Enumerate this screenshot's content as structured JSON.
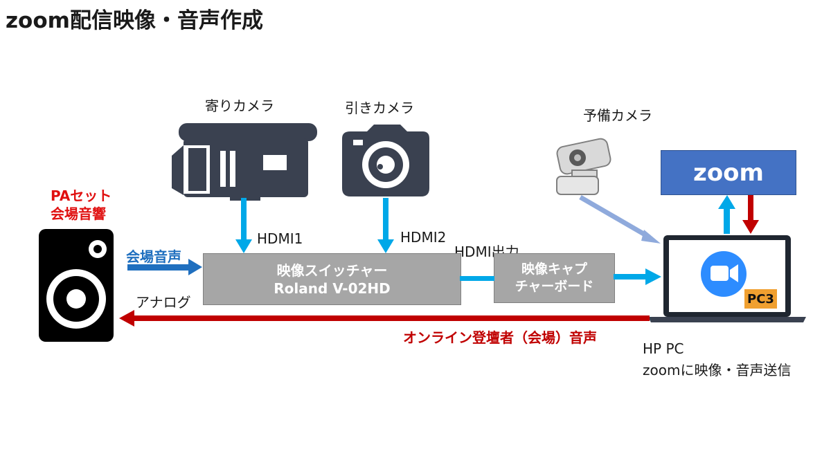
{
  "title": "zoom配信映像・音声作成",
  "cameras": {
    "close_label": "寄りカメラ",
    "wide_label": "引きカメラ",
    "backup_label": "予備カメラ"
  },
  "pa": {
    "line1": "PAセット",
    "line2": "会場音響"
  },
  "links": {
    "hdmi1": "HDMI1",
    "hdmi2": "HDMI2",
    "hdmi_out": "HDMI出力",
    "venue_audio": "会場音声",
    "analog": "アナログ",
    "online_audio": "オンライン登壇者（会場）音声"
  },
  "switcher": {
    "line1": "映像スイッチャー",
    "line2": "Roland V-02HD"
  },
  "capture": {
    "line1": "映像キャプ",
    "line2": "チャーボード"
  },
  "zoom": {
    "label": "zoom"
  },
  "pc": {
    "badge": "PC3",
    "line1": "HP PC",
    "line2": "zoomに映像・音声送信"
  },
  "colors": {
    "cyan_arrow": "#00a8e8",
    "blue_arrow": "#1f6fbf",
    "red_arrow": "#c00000",
    "light_arrow": "#8faadc",
    "box_gray": "#a6a6a6",
    "zoom_blue": "#4472c4"
  },
  "icons": [
    "video-camera-icon",
    "photo-camera-icon",
    "webcam-icon",
    "speaker-icon",
    "laptop-icon",
    "zoom-logo-icon"
  ]
}
